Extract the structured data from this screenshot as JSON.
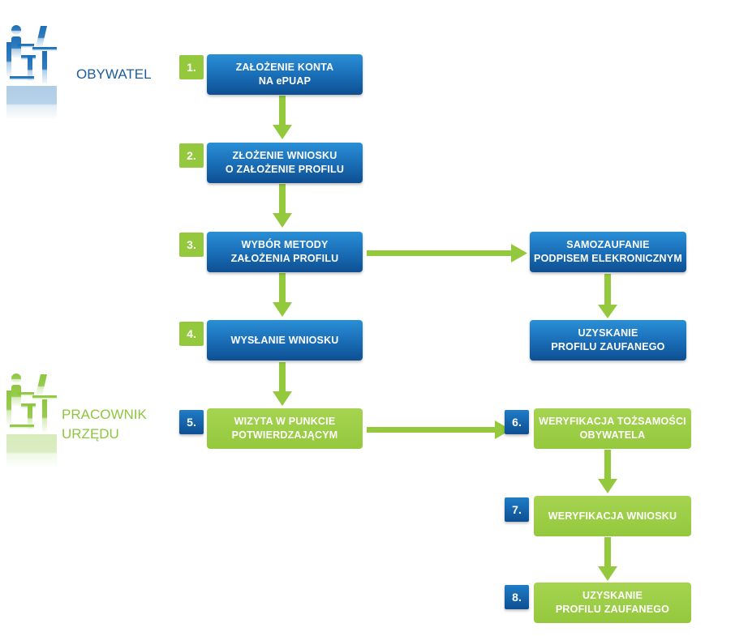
{
  "colors": {
    "blue": "#1565ab",
    "green": "#94c83d",
    "arrow": "#94c83d",
    "label_blue": "#1c5d9a",
    "label_green": "#8dc63f"
  },
  "actors": {
    "citizen": {
      "label": "OBYWATEL",
      "icon": "person-at-computer-icon"
    },
    "clerk": {
      "label": "PRACOWNIK\nURZĘDU",
      "icon": "person-at-computer-icon"
    }
  },
  "steps": [
    {
      "num": "1.",
      "text": "ZAŁOŻENIE KONTA\nNA ePUAP"
    },
    {
      "num": "2.",
      "text": "ZŁOŻENIE WNIOSKU\nO ZAŁOŻENIE PROFILU"
    },
    {
      "num": "3.",
      "text": "WYBÓR METODY\nZAŁOŻENIA PROFILU"
    },
    {
      "num": "4.",
      "text": "WYSŁANIE WNIOSKU"
    },
    {
      "num": "5.",
      "text": "WIZYTA W PUNKCIE\nPOTWIERDZAJĄCYM"
    },
    {
      "num": "6.",
      "text": "WERYFIKACJA TOŻSAMOŚCI\nOBYWATELA"
    },
    {
      "num": "7.",
      "text": "WERYFIKACJA WNIOSKU"
    },
    {
      "num": "8.",
      "text": "UZYSKANIE\nPROFILU ZAUFANEGO"
    }
  ],
  "branch": {
    "signature": "SAMOZAUFANIE\nPODPISEM ELEKRONICZNYM",
    "result": "UZYSKANIE\nPROFILU ZAUFANEGO"
  }
}
